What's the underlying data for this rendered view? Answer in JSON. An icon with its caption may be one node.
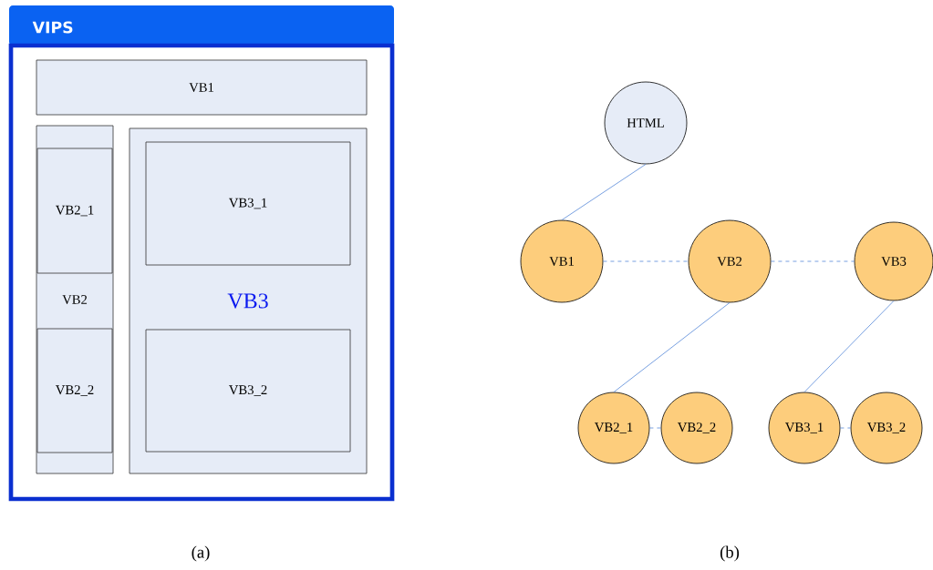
{
  "diagram": {
    "nodes": [
      {
        "text": [
          "VIPS"
        ]
      },
      {
        "text": [
          "VB1"
        ],
        "in": 0
      },
      {
        "text": [
          "VB2"
        ],
        "in": 0
      },
      {
        "text": [
          "VB2_1"
        ],
        "in": 2
      },
      {
        "text": [
          "VB2_2"
        ],
        "in": 2
      },
      {
        "text": [
          "VB3"
        ],
        "in": 0
      },
      {
        "text": [
          "VB3_1"
        ],
        "in": 5
      },
      {
        "text": [
          "VB3_2"
        ],
        "in": 5
      },
      {
        "text": [
          "HTML"
        ]
      },
      {
        "text": [
          "VB1"
        ]
      },
      {
        "text": [
          "VB2"
        ]
      },
      {
        "text": [
          "VB3"
        ]
      },
      {
        "text": [
          "VB2_1"
        ]
      },
      {
        "text": [
          "VB2_2"
        ]
      },
      {
        "text": [
          "VB3_1"
        ]
      },
      {
        "text": [
          "VB3_2"
        ]
      }
    ],
    "edges": [
      {
        "from": 8,
        "to": 9,
        "arrow": "none"
      },
      {
        "from": 9,
        "to": 10,
        "arrow": "none",
        "style": "dashed"
      },
      {
        "from": 10,
        "to": 11,
        "arrow": "none",
        "style": "dashed"
      },
      {
        "from": 10,
        "to": 12,
        "arrow": "none"
      },
      {
        "from": 12,
        "to": 13,
        "arrow": "none",
        "style": "dashed"
      },
      {
        "from": 11,
        "to": 14,
        "arrow": "none"
      },
      {
        "from": 14,
        "to": 15,
        "arrow": "none",
        "style": "dashed"
      }
    ],
    "labels": [
      "(a)",
      "(b)"
    ]
  }
}
